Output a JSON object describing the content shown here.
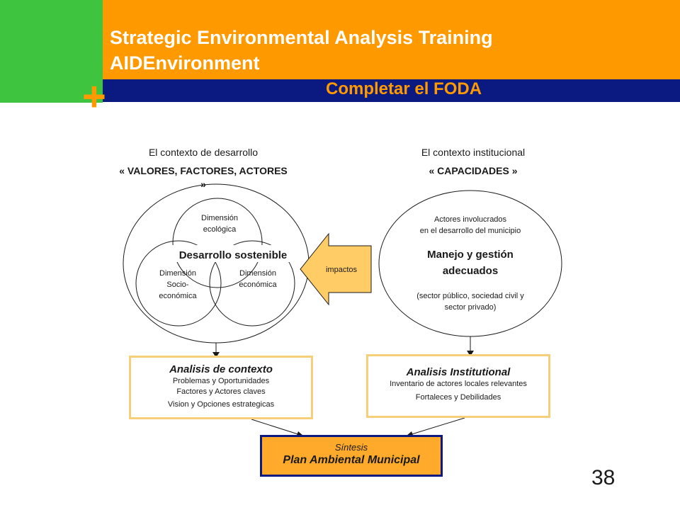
{
  "header": {
    "title_line1": "Strategic Environmental Analysis Training",
    "title_line2": "AIDEnvironment",
    "subtitle": "Completar el FODA",
    "plus_symbol": "+",
    "colors": {
      "green": "#3ec43e",
      "orange": "#ff9900",
      "navy": "#0a1a80"
    }
  },
  "left_context": {
    "heading": "El contexto de desarrollo",
    "subheading_line1": "« VALORES, FACTORES, ACTORES",
    "subheading_line2": "»",
    "center_label": "Desarrollo sostenible",
    "dimension_ecologica": [
      "Dimensión",
      "ecológica"
    ],
    "dimension_socio": [
      "Dimensión",
      "Socio-",
      "económica"
    ],
    "dimension_economica": [
      "Dimensión",
      "económica"
    ]
  },
  "arrow": {
    "label": "impactos"
  },
  "right_context": {
    "heading": "El contexto institucional",
    "subheading": "« CAPACIDADES »",
    "actors": [
      "Actores involucrados",
      "en el desarrollo del municipio"
    ],
    "main": [
      "Manejo y gestión",
      "adecuados"
    ],
    "sectors": [
      "(sector público, sociedad civil y",
      "sector privado)"
    ]
  },
  "analysis_context": {
    "title": "Analisis de contexto",
    "lines": [
      "Problemas y Oportunidades",
      "Factores y Actores claves",
      "Vision y Opciones estrategicas"
    ]
  },
  "analysis_institutional": {
    "title": "Analisis Institutional",
    "lines": [
      "Inventario de actores locales relevantes",
      "Fortaleces y Debilidades"
    ]
  },
  "synthesis": {
    "label": "Síntesis",
    "title": "Plan Ambiental Municipal"
  },
  "page_number": "38"
}
